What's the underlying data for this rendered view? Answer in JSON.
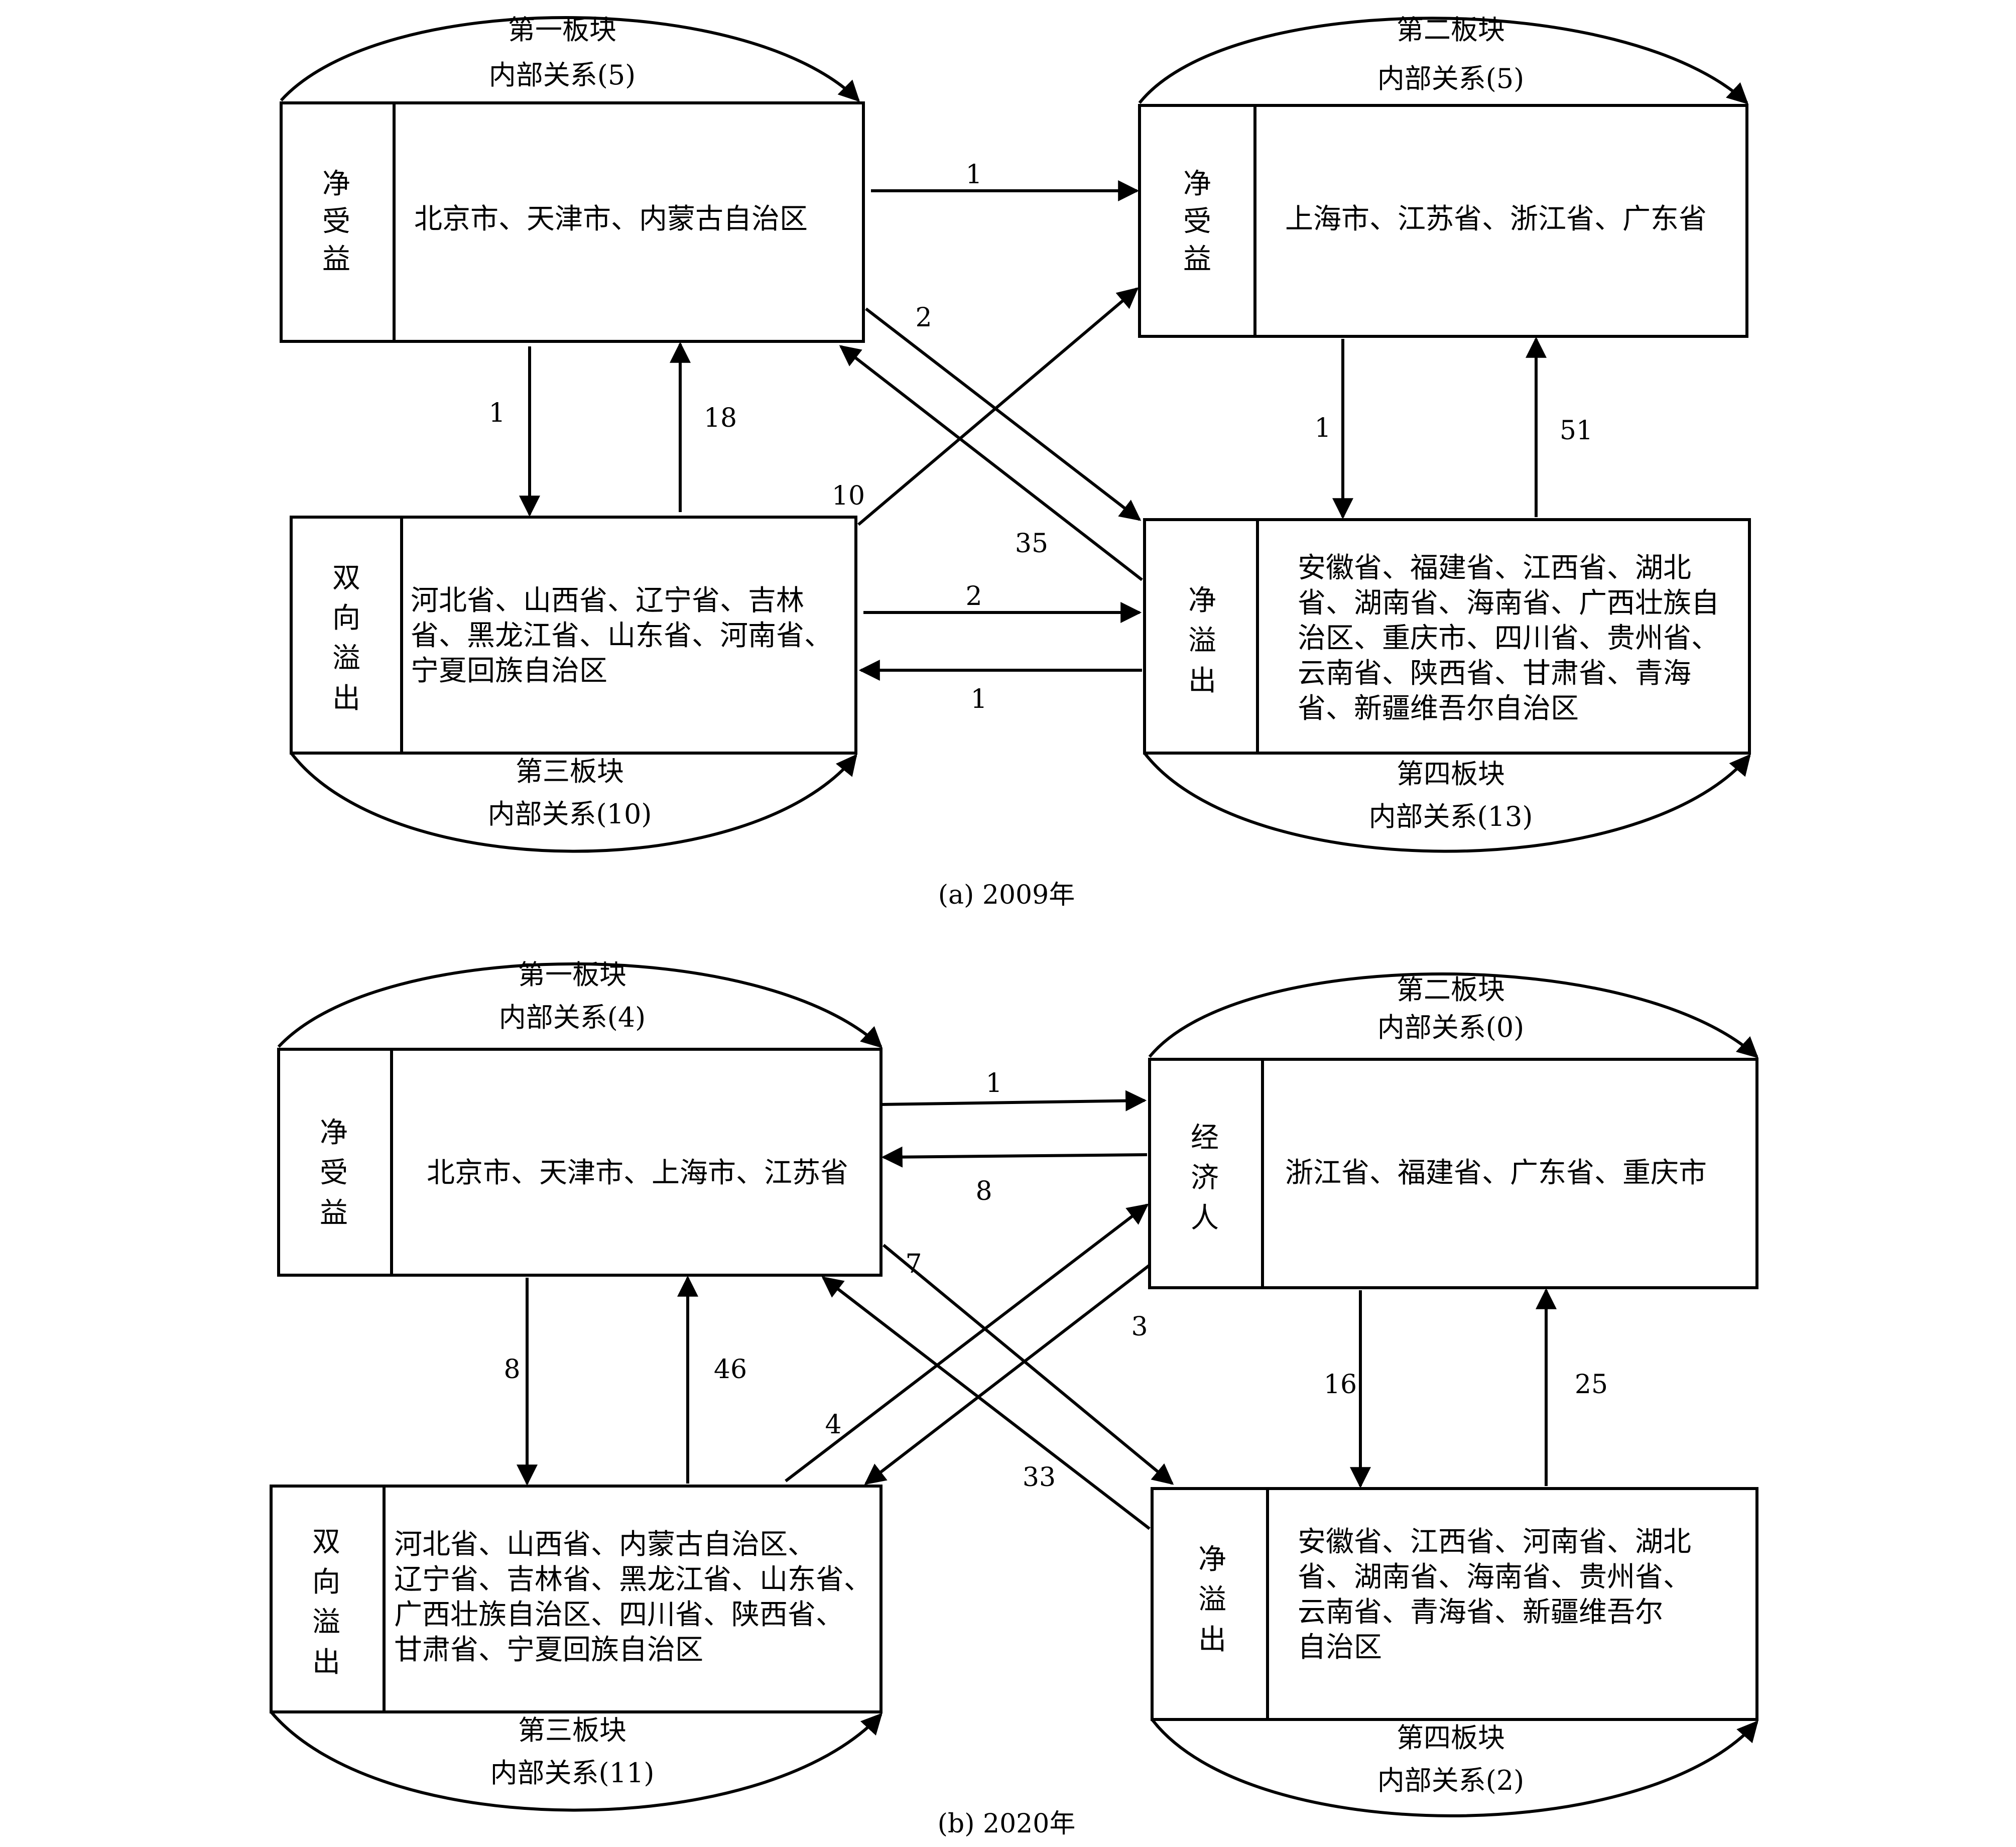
{
  "panels": [
    {
      "caption": "(a) 2009年",
      "blocks": [
        {
          "title": "第一板块",
          "internal": "内部关系(5)",
          "role": [
            "净",
            "受",
            "益"
          ],
          "provinces": [
            "北京市、天津市、内蒙古自治区"
          ]
        },
        {
          "title": "第二板块",
          "internal": "内部关系(5)",
          "role": [
            "净",
            "受",
            "益"
          ],
          "provinces": [
            "上海市、江苏省、浙江省、广东省"
          ]
        },
        {
          "title": "第三板块",
          "internal": "内部关系(10)",
          "role": [
            "双",
            "向",
            "溢",
            "出"
          ],
          "provinces": [
            "河北省、山西省、辽宁省、吉林",
            "省、黑龙江省、山东省、河南省、",
            "宁夏回族自治区"
          ]
        },
        {
          "title": "第四板块",
          "internal": "内部关系(13)",
          "role": [
            "净",
            "溢",
            "出"
          ],
          "provinces": [
            "安徽省、福建省、江西省、湖北",
            "省、湖南省、海南省、广西壮族自",
            "治区、重庆市、四川省、贵州省、",
            "云南省、陕西省、甘肃省、青海",
            "省、新疆维吾尔自治区"
          ]
        }
      ],
      "links": [
        "1",
        "2",
        "35",
        "10",
        "1",
        "18",
        "2",
        "1",
        "1",
        "51"
      ]
    },
    {
      "caption": "(b) 2020年",
      "blocks": [
        {
          "title": "第一板块",
          "internal": "内部关系(4)",
          "role": [
            "净",
            "受",
            "益"
          ],
          "provinces": [
            "北京市、天津市、上海市、江苏省"
          ]
        },
        {
          "title": "第二板块",
          "internal": "内部关系(0)",
          "role": [
            "经",
            "济",
            "人"
          ],
          "provinces": [
            "浙江省、福建省、广东省、重庆市"
          ]
        },
        {
          "title": "第三板块",
          "internal": "内部关系(11)",
          "role": [
            "双",
            "向",
            "溢",
            "出"
          ],
          "provinces": [
            "河北省、山西省、内蒙古自治区、",
            "辽宁省、吉林省、黑龙江省、山东省、",
            "广西壮族自治区、四川省、陕西省、",
            "甘肃省、宁夏回族自治区"
          ]
        },
        {
          "title": "第四板块",
          "internal": "内部关系(2)",
          "role": [
            "净",
            "溢",
            "出"
          ],
          "provinces": [
            "安徽省、江西省、河南省、湖北",
            "省、湖南省、海南省、贵州省、",
            "云南省、青海省、新疆维吾尔",
            "自治区"
          ]
        }
      ],
      "links": [
        "1",
        "8",
        "7",
        "33",
        "4",
        "3",
        "8",
        "46",
        "16",
        "25"
      ]
    }
  ]
}
